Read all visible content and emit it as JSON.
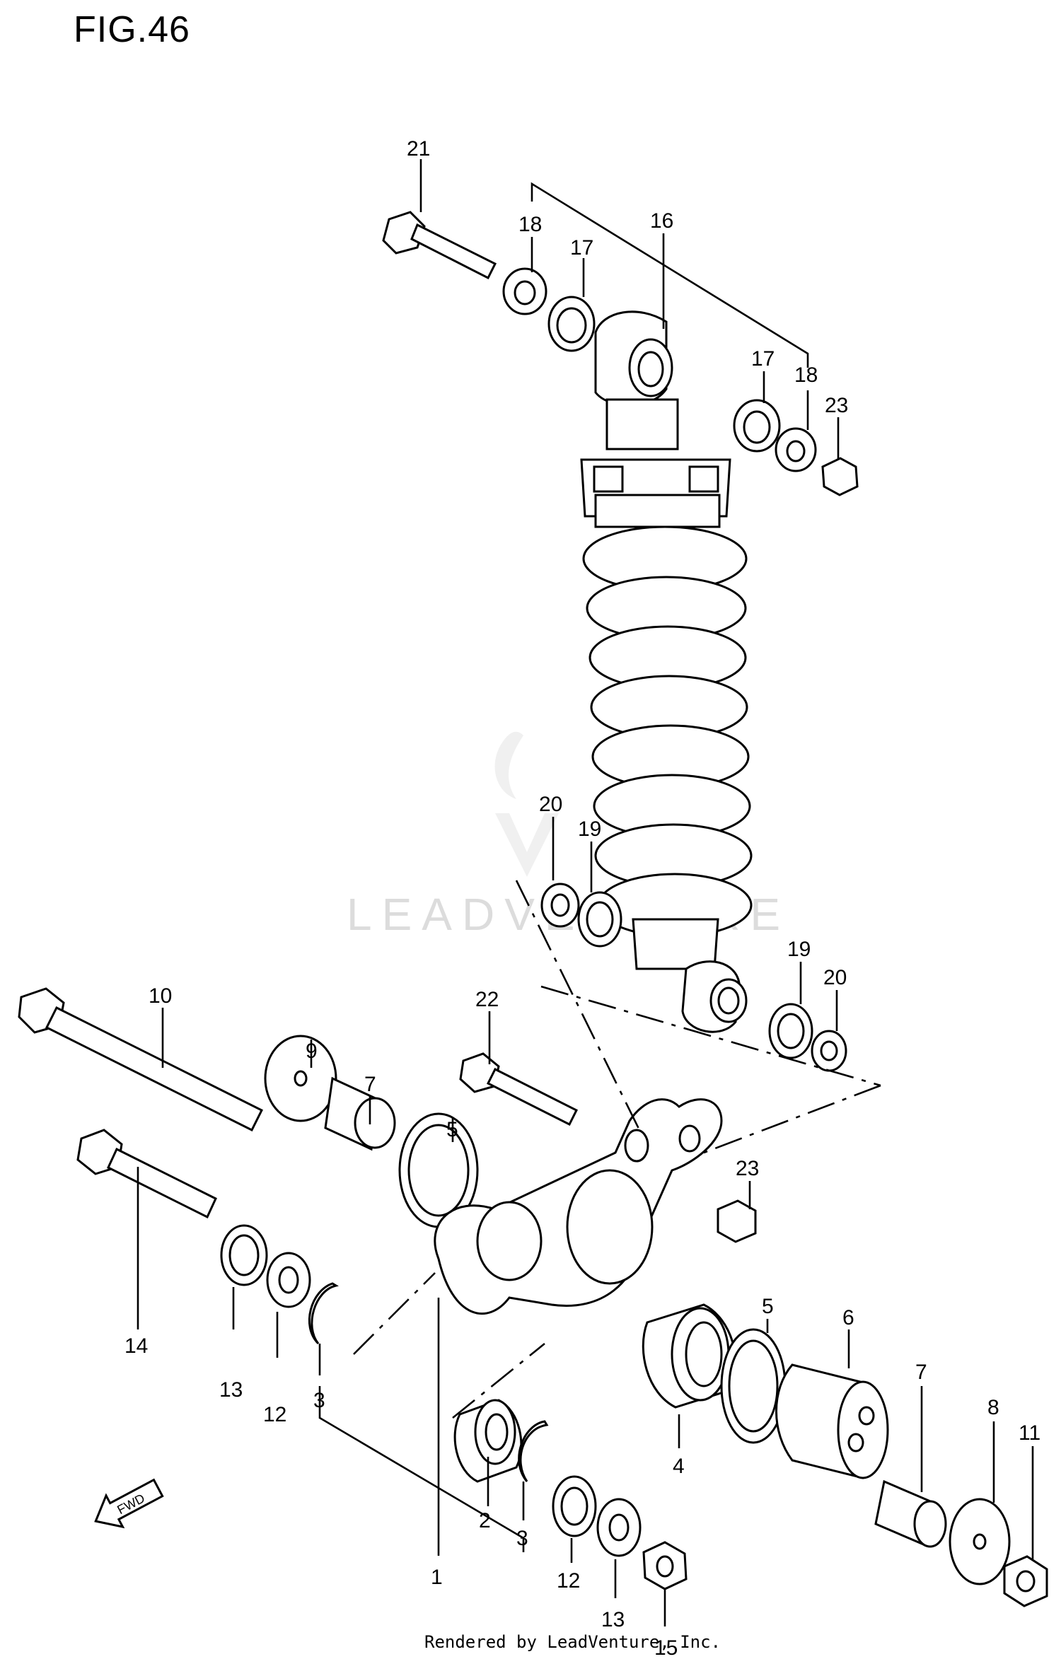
{
  "figure": {
    "title": "FIG.46"
  },
  "footer": {
    "text": "Rendered by LeadVenture, Inc."
  },
  "watermark": {
    "text": "LEADVENTURE"
  },
  "direction_marker": {
    "label": "FWD"
  },
  "callouts": [
    {
      "id": "c21a",
      "text": "21"
    },
    {
      "id": "c18a",
      "text": "18"
    },
    {
      "id": "c17a",
      "text": "17"
    },
    {
      "id": "c16",
      "text": "16"
    },
    {
      "id": "c17b",
      "text": "17"
    },
    {
      "id": "c18b",
      "text": "18"
    },
    {
      "id": "c23a",
      "text": "23"
    },
    {
      "id": "c20a",
      "text": "20"
    },
    {
      "id": "c19a",
      "text": "19"
    },
    {
      "id": "c19b",
      "text": "19"
    },
    {
      "id": "c20b",
      "text": "20"
    },
    {
      "id": "c10",
      "text": "10"
    },
    {
      "id": "c22",
      "text": "22"
    },
    {
      "id": "c9",
      "text": "9"
    },
    {
      "id": "c7a",
      "text": "7"
    },
    {
      "id": "c5a",
      "text": "5"
    },
    {
      "id": "c23b",
      "text": "23"
    },
    {
      "id": "c14",
      "text": "14"
    },
    {
      "id": "c13a",
      "text": "13"
    },
    {
      "id": "c12a",
      "text": "12"
    },
    {
      "id": "c3a",
      "text": "3"
    },
    {
      "id": "c5b",
      "text": "5"
    },
    {
      "id": "c6",
      "text": "6"
    },
    {
      "id": "c4",
      "text": "4"
    },
    {
      "id": "c7b",
      "text": "7"
    },
    {
      "id": "c8",
      "text": "8"
    },
    {
      "id": "c11",
      "text": "11"
    },
    {
      "id": "c2",
      "text": "2"
    },
    {
      "id": "c3b",
      "text": "3"
    },
    {
      "id": "c1",
      "text": "1"
    },
    {
      "id": "c12b",
      "text": "12"
    },
    {
      "id": "c13b",
      "text": "13"
    },
    {
      "id": "c15",
      "text": "15"
    }
  ]
}
